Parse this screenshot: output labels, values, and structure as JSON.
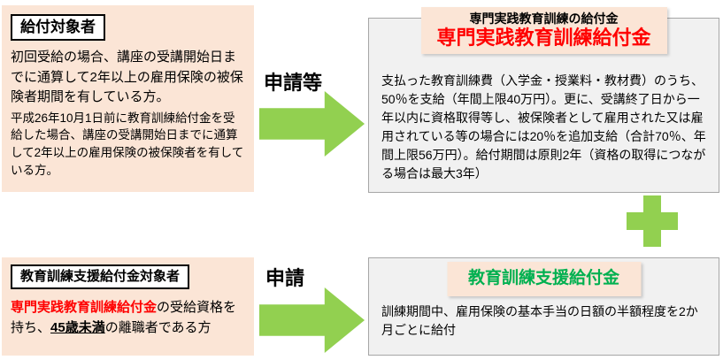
{
  "colors": {
    "panel_cream": "#FBE5D6",
    "panel_gray": "#F1F1F1",
    "arrow_green": "#92D050",
    "accent_red": "#FF0000",
    "accent_green": "#00B050"
  },
  "top_left_panel": {
    "title": "給付対象者",
    "para1": "初回受給の場合、講座の受講開始日までに通算して2年以上の雇用保険の被保険者期間を有している方。",
    "para2": "平成26年10月1日前に教育訓練給付金を受給した場合、講座の受講開始日までに通算して2年以上の雇用保険の被保険者を有している方。"
  },
  "top_arrow": {
    "label": "申請等"
  },
  "top_right_panel": {
    "header_small": "専門実践教育訓練の給付金",
    "header_main": "専門実践教育訓練給付金",
    "body": "支払った教育訓練費（入学金・授業料・教材費）のうち、50％を支給（年間上限40万円）。更に、受講終了日から一年以内に資格取得等し、被保険者として雇用された又は雇用されている等の場合には20％を追加支給（合計70％、年間上限56万円）。給付期間は原則2年（資格の取得につながる場合は最大3年）"
  },
  "bottom_left_panel": {
    "title": "教育訓練支援給付金対象者",
    "text_red": "専門実践教育訓練給付金",
    "text_mid": "の受給資格を持ち、",
    "text_underlined": "45歳未満",
    "text_tail": "の離職者である方"
  },
  "bottom_arrow": {
    "label": "申請"
  },
  "bottom_right_panel": {
    "header": "教育訓練支援給付金",
    "body": "訓練期間中、雇用保険の基本手当の日額の半額程度を2か月ごとに給付"
  }
}
